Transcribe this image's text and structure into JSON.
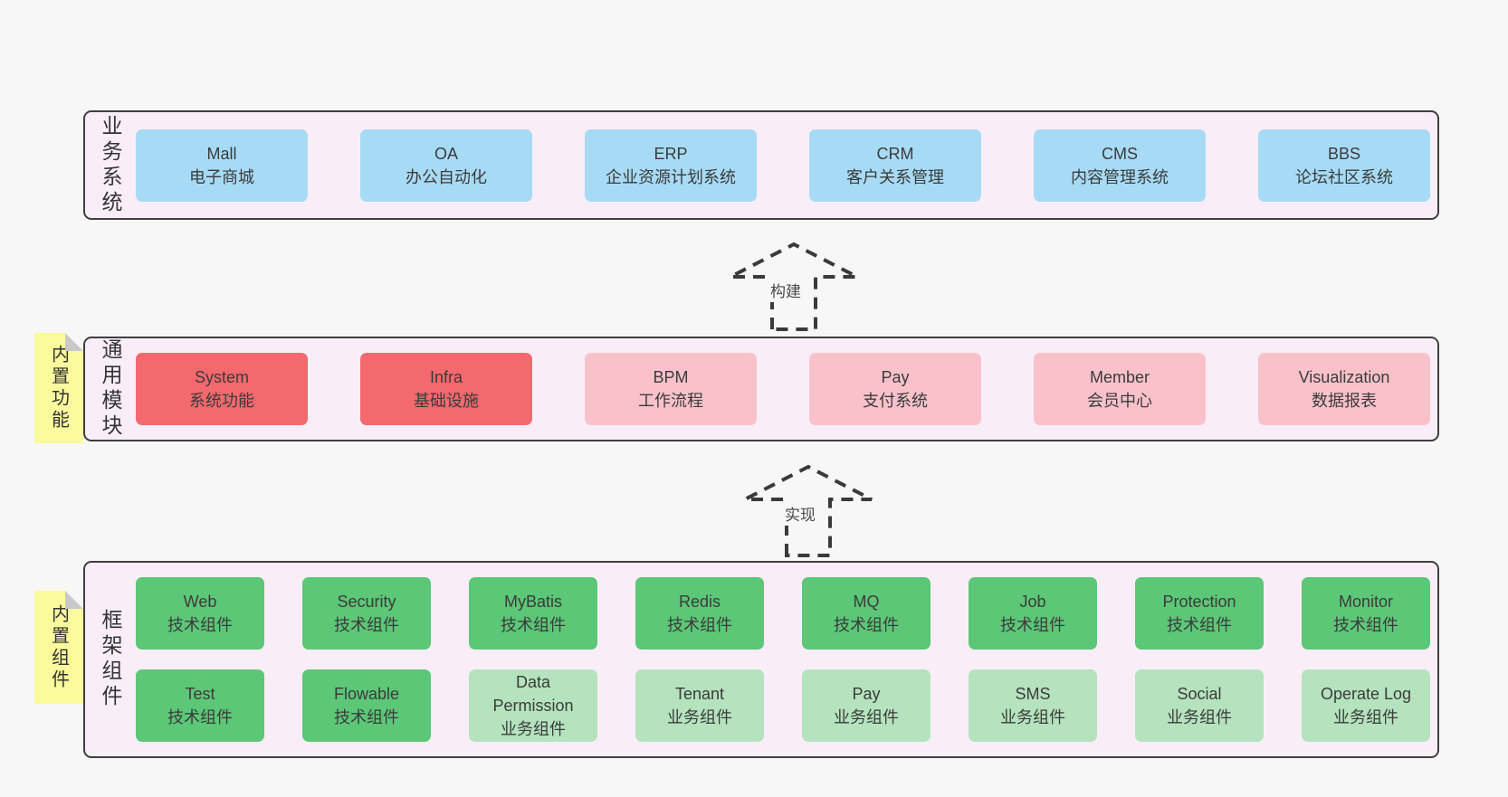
{
  "colors": {
    "page_bg": "#f7f7f7",
    "layer_bg": "#f9eef8",
    "layer_border": "#3f3f3f",
    "blue": "#a7dbf5",
    "red": "#f4696d",
    "pink": "#f9c2ca",
    "green": "#5cc777",
    "light_green": "#b4e3bd",
    "sticky_yellow": "#fbfa9d",
    "fold_gray": "#c9c9c9",
    "text": "#3b3b3b"
  },
  "arrows": [
    {
      "label": "构建"
    },
    {
      "label": "实现"
    }
  ],
  "layers": [
    {
      "side_label": "业务系统",
      "boxes": [
        {
          "title": "Mall",
          "subtitle": "电子商城",
          "variant": "blue"
        },
        {
          "title": "OA",
          "subtitle": "办公自动化",
          "variant": "blue"
        },
        {
          "title": "ERP",
          "subtitle": "企业资源计划系统",
          "variant": "blue"
        },
        {
          "title": "CRM",
          "subtitle": "客户关系管理",
          "variant": "blue"
        },
        {
          "title": "CMS",
          "subtitle": "内容管理系统",
          "variant": "blue"
        },
        {
          "title": "BBS",
          "subtitle": "论坛社区系统",
          "variant": "blue"
        }
      ]
    },
    {
      "side_label": "通用模块",
      "sticky": "内置功能",
      "boxes": [
        {
          "title": "System",
          "subtitle": "系统功能",
          "variant": "red"
        },
        {
          "title": "Infra",
          "subtitle": "基础设施",
          "variant": "red"
        },
        {
          "title": "BPM",
          "subtitle": "工作流程",
          "variant": "pink"
        },
        {
          "title": "Pay",
          "subtitle": "支付系统",
          "variant": "pink"
        },
        {
          "title": "Member",
          "subtitle": "会员中心",
          "variant": "pink"
        },
        {
          "title": "Visualization",
          "subtitle": "数据报表",
          "variant": "pink"
        }
      ]
    },
    {
      "side_label": "框架组件",
      "sticky": "内置组件",
      "rows": [
        [
          {
            "title": "Web",
            "subtitle": "技术组件",
            "variant": "green"
          },
          {
            "title": "Security",
            "subtitle": "技术组件",
            "variant": "green"
          },
          {
            "title": "MyBatis",
            "subtitle": "技术组件",
            "variant": "green"
          },
          {
            "title": "Redis",
            "subtitle": "技术组件",
            "variant": "green"
          },
          {
            "title": "MQ",
            "subtitle": "技术组件",
            "variant": "green"
          },
          {
            "title": "Job",
            "subtitle": "技术组件",
            "variant": "green"
          },
          {
            "title": "Protection",
            "subtitle": "技术组件",
            "variant": "green"
          },
          {
            "title": "Monitor",
            "subtitle": "技术组件",
            "variant": "green"
          }
        ],
        [
          {
            "title": "Test",
            "subtitle": "技术组件",
            "variant": "green"
          },
          {
            "title": "Flowable",
            "subtitle": "技术组件",
            "variant": "green"
          },
          {
            "title": "Data Permission",
            "subtitle": "业务组件",
            "variant": "lightgreen"
          },
          {
            "title": "Tenant",
            "subtitle": "业务组件",
            "variant": "lightgreen"
          },
          {
            "title": "Pay",
            "subtitle": "业务组件",
            "variant": "lightgreen"
          },
          {
            "title": "SMS",
            "subtitle": "业务组件",
            "variant": "lightgreen"
          },
          {
            "title": "Social",
            "subtitle": "业务组件",
            "variant": "lightgreen"
          },
          {
            "title": "Operate Log",
            "subtitle": "业务组件",
            "variant": "lightgreen"
          }
        ]
      ]
    }
  ]
}
